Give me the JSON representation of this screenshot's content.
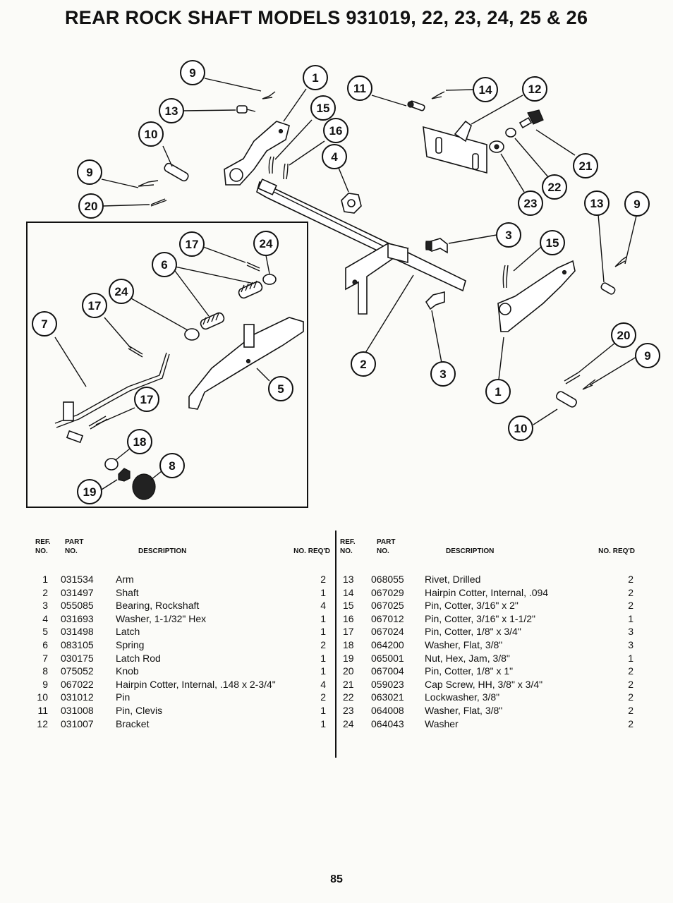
{
  "title": "REAR ROCK SHAFT MODELS 931019, 22, 23, 24, 25 & 26",
  "diagram": {
    "callout_labels": [
      "9",
      "1",
      "11",
      "14",
      "12",
      "13",
      "15",
      "10",
      "16",
      "4",
      "9",
      "20",
      "21",
      "22",
      "23",
      "13",
      "9",
      "3",
      "15",
      "17",
      "24",
      "6",
      "24",
      "17",
      "7",
      "2",
      "3",
      "1",
      "20",
      "9",
      "5",
      "17",
      "18",
      "8",
      "19",
      "10"
    ]
  },
  "table": {
    "headers": {
      "ref": [
        "REF.",
        "NO."
      ],
      "part": [
        "PART",
        "NO."
      ],
      "description": "DESCRIPTION",
      "req": "NO. REQ'D"
    },
    "left_rows": [
      {
        "ref": "1",
        "part": "031534",
        "desc": "Arm",
        "req": "2"
      },
      {
        "ref": "2",
        "part": "031497",
        "desc": "Shaft",
        "req": "1"
      },
      {
        "ref": "3",
        "part": "055085",
        "desc": "Bearing, Rockshaft",
        "req": "4"
      },
      {
        "ref": "4",
        "part": "031693",
        "desc": "Washer, 1-1/32\" Hex",
        "req": "1"
      },
      {
        "ref": "5",
        "part": "031498",
        "desc": "Latch",
        "req": "1"
      },
      {
        "ref": "6",
        "part": "083105",
        "desc": "Spring",
        "req": "2"
      },
      {
        "ref": "7",
        "part": "030175",
        "desc": "Latch Rod",
        "req": "1"
      },
      {
        "ref": "8",
        "part": "075052",
        "desc": "Knob",
        "req": "1"
      },
      {
        "ref": "9",
        "part": "067022",
        "desc": "Hairpin Cotter, Internal, .148 x 2-3/4\"",
        "req": "4"
      },
      {
        "ref": "10",
        "part": "031012",
        "desc": "Pin",
        "req": "2"
      },
      {
        "ref": "11",
        "part": "031008",
        "desc": "Pin, Clevis",
        "req": "1"
      },
      {
        "ref": "12",
        "part": "031007",
        "desc": "Bracket",
        "req": "1"
      }
    ],
    "right_rows": [
      {
        "ref": "13",
        "part": "068055",
        "desc": "Rivet, Drilled",
        "req": "2"
      },
      {
        "ref": "14",
        "part": "067029",
        "desc": "Hairpin Cotter, Internal, .094",
        "req": "2"
      },
      {
        "ref": "15",
        "part": "067025",
        "desc": "Pin, Cotter, 3/16\" x 2\"",
        "req": "2"
      },
      {
        "ref": "16",
        "part": "067012",
        "desc": "Pin, Cotter, 3/16\" x 1-1/2\"",
        "req": "1"
      },
      {
        "ref": "17",
        "part": "067024",
        "desc": "Pin, Cotter, 1/8\" x 3/4\"",
        "req": "3"
      },
      {
        "ref": "18",
        "part": "064200",
        "desc": "Washer, Flat, 3/8\"",
        "req": "3"
      },
      {
        "ref": "19",
        "part": "065001",
        "desc": "Nut, Hex, Jam, 3/8\"",
        "req": "1"
      },
      {
        "ref": "20",
        "part": "067004",
        "desc": "Pin, Cotter, 1/8\" x 1\"",
        "req": "2"
      },
      {
        "ref": "21",
        "part": "059023",
        "desc": "Cap Screw, HH, 3/8\" x 3/4\"",
        "req": "2"
      },
      {
        "ref": "22",
        "part": "063021",
        "desc": "Lockwasher, 3/8\"",
        "req": "2"
      },
      {
        "ref": "23",
        "part": "064008",
        "desc": "Washer, Flat, 3/8\"",
        "req": "2"
      },
      {
        "ref": "24",
        "part": "064043",
        "desc": "Washer",
        "req": "2"
      }
    ]
  },
  "page_number": "85"
}
